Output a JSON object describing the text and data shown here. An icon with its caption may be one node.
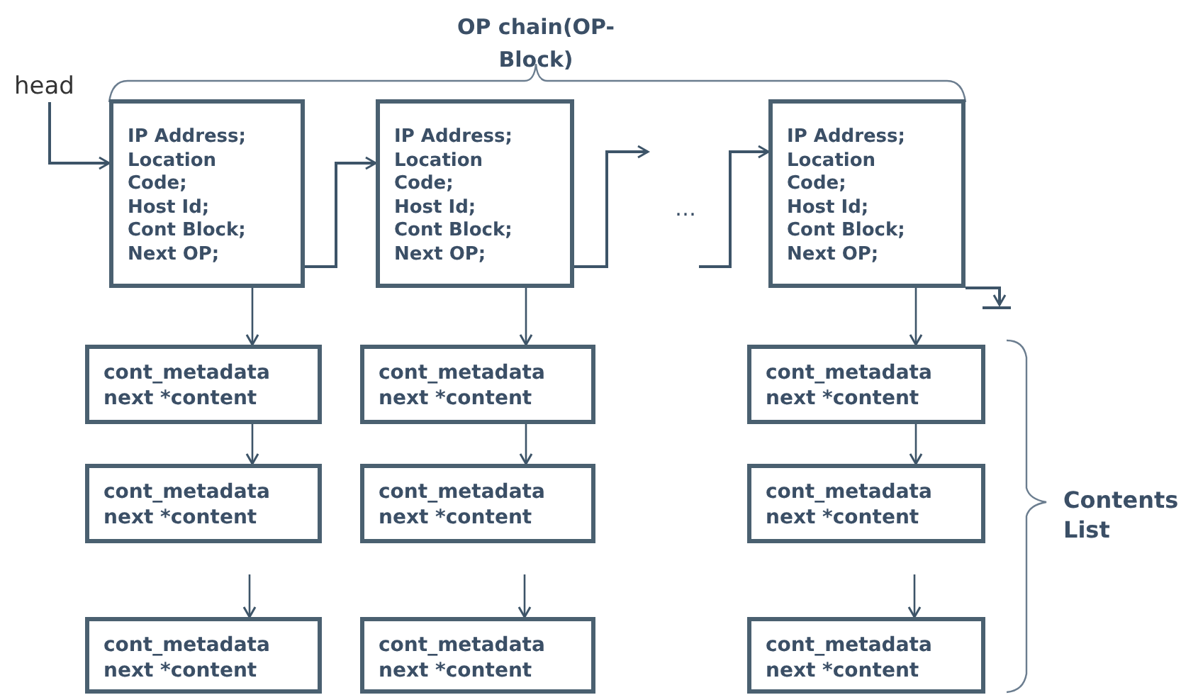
{
  "diagram": {
    "nodes": [
      {
        "text": [
          "head"
        ]
      },
      {
        "text": [
          "IP Address;",
          "Location Code;",
          "Host Id;",
          "Cont Block;",
          "Next OP;"
        ]
      },
      {
        "text": [
          "IP Address;",
          "Location Code;",
          "Host Id;",
          "Cont Block;",
          "Next OP;"
        ]
      },
      {
        "text": [
          "IP Address;",
          "Location Code;",
          "Host Id;",
          "Cont Block;",
          "Next OP;"
        ]
      },
      {
        "text": [
          "cont_metadata",
          "next *content"
        ]
      },
      {
        "text": [
          "cont_metadata",
          "next *content"
        ]
      },
      {
        "text": [
          "cont_metadata",
          "next *content"
        ]
      },
      {
        "text": [
          "cont_metadata",
          "next *content"
        ]
      },
      {
        "text": [
          "cont_metadata",
          "next *content"
        ]
      },
      {
        "text": [
          "cont_metadata",
          "next *content"
        ]
      },
      {
        "text": [
          "cont_metadata",
          "next *content"
        ]
      },
      {
        "text": [
          "cont_metadata",
          "next *content"
        ]
      },
      {
        "text": [
          "cont_metadata",
          "next *content"
        ]
      }
    ],
    "edges": [
      {
        "from": 0,
        "to": 1,
        "arrow": "to"
      },
      {
        "from": 1,
        "to": 2,
        "arrow": "to"
      },
      {
        "from": 2,
        "to": null,
        "arrow": "to"
      },
      {
        "from": null,
        "to": 3,
        "arrow": "to"
      },
      {
        "from": 3,
        "to": null,
        "arrow": "to"
      },
      {
        "from": 1,
        "to": 4,
        "arrow": "to"
      },
      {
        "from": 2,
        "to": 5,
        "arrow": "to"
      },
      {
        "from": 3,
        "to": 6,
        "arrow": "to"
      },
      {
        "from": 4,
        "to": 7,
        "arrow": "to"
      },
      {
        "from": 5,
        "to": 8,
        "arrow": "to"
      },
      {
        "from": 6,
        "to": 9,
        "arrow": "to"
      },
      {
        "from": null,
        "to": 10,
        "arrow": "to"
      },
      {
        "from": null,
        "to": 11,
        "arrow": "to"
      },
      {
        "from": null,
        "to": 12,
        "arrow": "to"
      }
    ],
    "labels": [
      "OP chain(OP-Block)",
      "…",
      "Contents List"
    ]
  }
}
